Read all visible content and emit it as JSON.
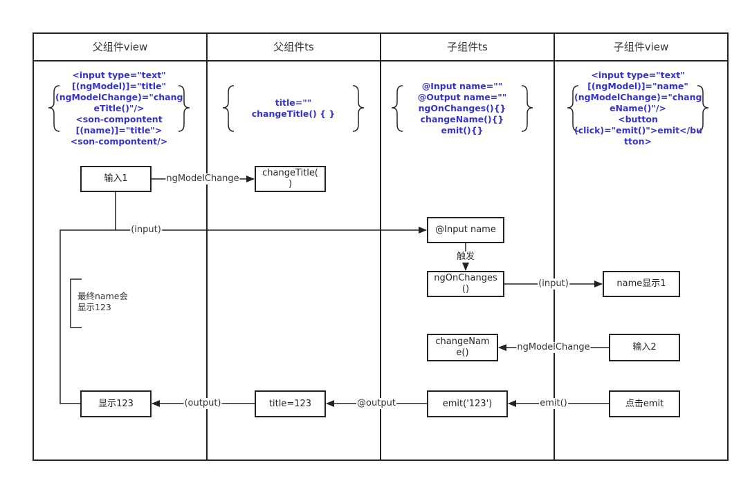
{
  "lanes": [
    "父组件view",
    "父组件ts",
    "子组件ts",
    "子组件view"
  ],
  "code_blocks": {
    "parent_view": "<input type=\"text\"\n[(ngModel)]=\"title\"\n(ngModelChange)=\"chang\neTitle()\"/>\n<son-compontent\n[(name)]=\"title\">\n<son-compontent/>",
    "parent_ts": "title=\"\"\nchangeTitle() { }",
    "child_ts": "@Input name=\"\"\n@Output name=\"\"\nngOnChanges(){}\nchangeName(){}\nemit(){}",
    "child_view": "<input type=\"text\"\n[(ngModel)]=\"name\"\n(ngModelChange)=\"chang\neName()\"/>\n<button\n(click)=\"emit()\">emit</bu\ntton>"
  },
  "nodes": {
    "input1": "输入1",
    "change_title": "changeTitle(\n)",
    "input_name": "@Input name",
    "ng_on_changes": "ngOnChanges\n()",
    "name_show": "name显示1",
    "change_name": "changeNam\ne()",
    "input2": "输入2",
    "show123": "显示123",
    "title123": "title=123",
    "emit123": "emit('123')",
    "click_emit": "点击emit"
  },
  "edges": {
    "input1_change": "ngModelChange",
    "input1_input": "(input)",
    "trigger": "触发",
    "changes_show": "(input)",
    "input2_change": "ngModelChange",
    "output1": "(output)",
    "output2": "@output",
    "emit_call": "emit()"
  },
  "note": "最终name会\n显示123",
  "colors": {
    "code": "#3333cc",
    "line": "#222222"
  }
}
